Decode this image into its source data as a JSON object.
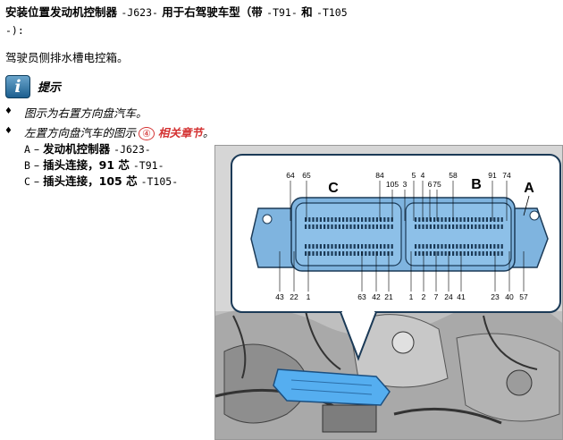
{
  "title": {
    "part1": "安装位置发动机控制器",
    "code1": "-J623-",
    "part2": "用于右驾驶车型（带",
    "code2": "-T91-",
    "part3": "和",
    "code3": "-T105",
    "line2": "-):"
  },
  "intro": "驾驶员侧排水槽电控箱。",
  "hint": {
    "icon_text": "i",
    "label": "提示"
  },
  "bullets": [
    {
      "text": "图示为右置方向盘汽车。"
    },
    {
      "text": "左置方向盘汽车的图示",
      "ref_number": "④",
      "link": "相关章节",
      "end": "。"
    }
  ],
  "legend": [
    {
      "letter": "A",
      "name": "发动机控制器",
      "code": "-J623-"
    },
    {
      "letter": "B",
      "name": "插头连接，91 芯",
      "code": "-T91-"
    },
    {
      "letter": "C",
      "name": "插头连接，105 芯",
      "code": "-T105-"
    }
  ],
  "diagram": {
    "connector_letters": {
      "A": "A",
      "B": "B",
      "C": "C"
    },
    "pins_top": [
      "64",
      "65",
      "84",
      "105",
      "3",
      "5",
      "4",
      "6",
      "75",
      "58",
      "91",
      "74"
    ],
    "pins_bottom": [
      "43",
      "22",
      "1",
      "63",
      "42",
      "21",
      "1",
      "2",
      "7",
      "24",
      "41",
      "23",
      "40",
      "57"
    ]
  },
  "colors": {
    "housing": "#7fb4df",
    "housing_stroke": "#1b3a57",
    "highlight": "#55aef0",
    "link": "#d43333"
  }
}
